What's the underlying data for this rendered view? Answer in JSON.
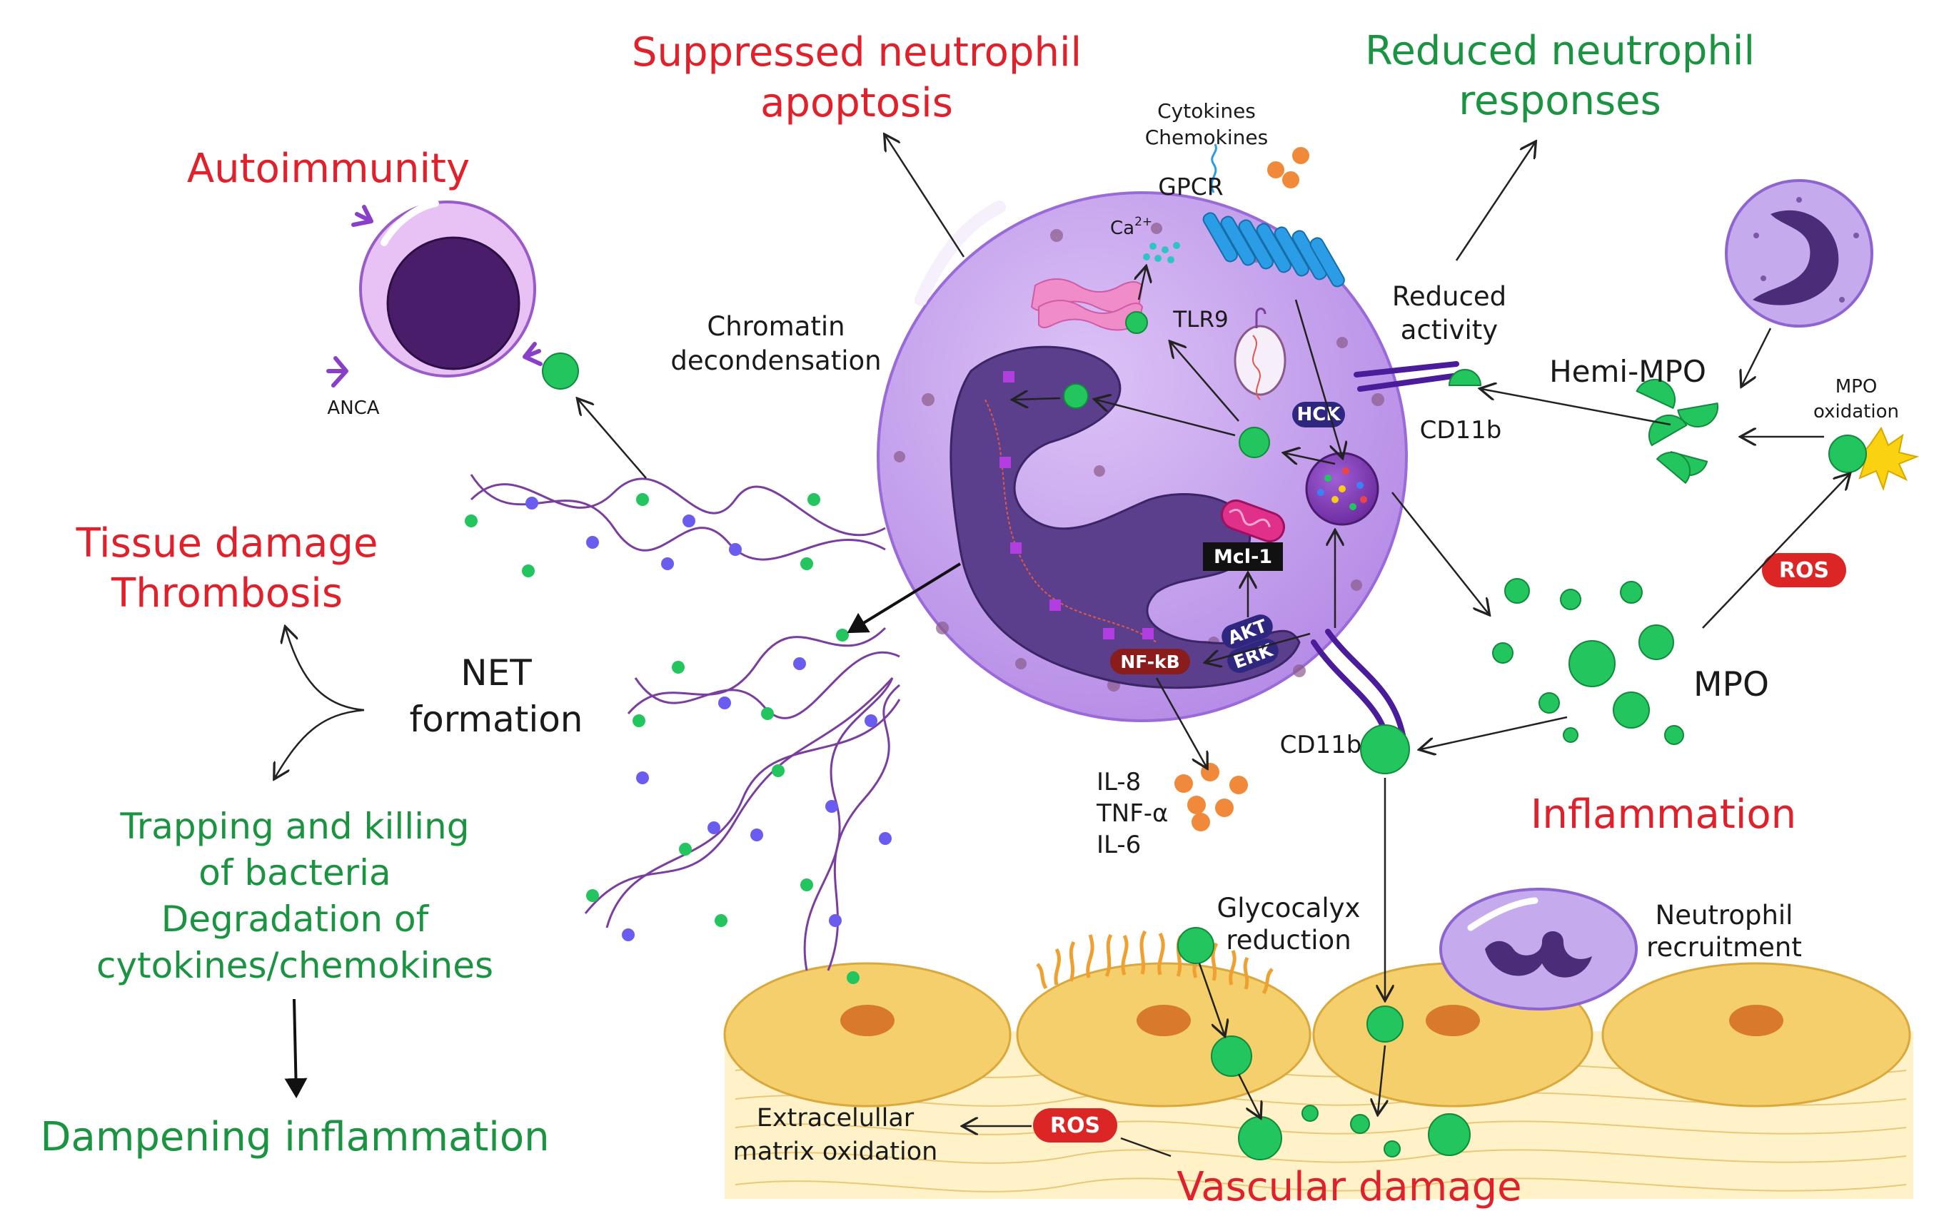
{
  "colors": {
    "effect_red": "#e0202a",
    "effect_green": "#1a9441",
    "cell_purple": "#c9a6ef",
    "nucleus_purple": "#5b3e8c",
    "mpo_green": "#22c55e",
    "cytokine_orange": "#f08a3a",
    "endothelium_tan": "#f5cf6b",
    "ros_badge": "#dc2626",
    "signal_badge": "#2f2680"
  },
  "labels": {
    "suppressed_apoptosis_1": "Suppressed neutrophil",
    "suppressed_apoptosis_2": "apoptosis",
    "reduced_responses_1": "Reduced neutrophil",
    "reduced_responses_2": "responses",
    "autoimmunity": "Autoimmunity",
    "tissue_damage": "Tissue damage",
    "thrombosis": "Thrombosis",
    "net_1": "NET",
    "net_2": "formation",
    "trapping_1": "Trapping and killing",
    "trapping_2": "of bacteria",
    "trapping_3": "Degradation of",
    "trapping_4": "cytokines/chemokines",
    "dampening": "Dampening inflammation",
    "inflammation": "Inflammation",
    "vascular_damage": "Vascular damage",
    "cytokines": "Cytokines",
    "chemokines": "Chemokines",
    "gpcr": "GPCR",
    "ca": "Ca",
    "ca_sup": "2+",
    "tlr9": "TLR9",
    "chromatin_1": "Chromatin",
    "chromatin_2": "decondensation",
    "reduced_activity_1": "Reduced",
    "reduced_activity_2": "activity",
    "hck": "HCK",
    "cd11b_top": "CD11b",
    "hemi_mpo": "Hemi-MPO",
    "mpo_oxidation_1": "MPO",
    "mpo_oxidation_2": "oxidation",
    "ros": "ROS",
    "mpo": "MPO",
    "mcl1": "Mcl-1",
    "akt": "AKT",
    "erk": "ERK",
    "nfkb": "NF-kB",
    "cd11b_bottom": "CD11b",
    "il8": "IL-8",
    "tnf": "TNF-α",
    "il6": "IL-6",
    "anca": "ANCA",
    "glycocalyx_1": "Glycocalyx",
    "glycocalyx_2": "reduction",
    "recruitment_1": "Neutrophil",
    "recruitment_2": "recruitment",
    "ecm_1": "Extracelullar",
    "ecm_2": "matrix oxidation",
    "ros_bottom": "ROS"
  }
}
